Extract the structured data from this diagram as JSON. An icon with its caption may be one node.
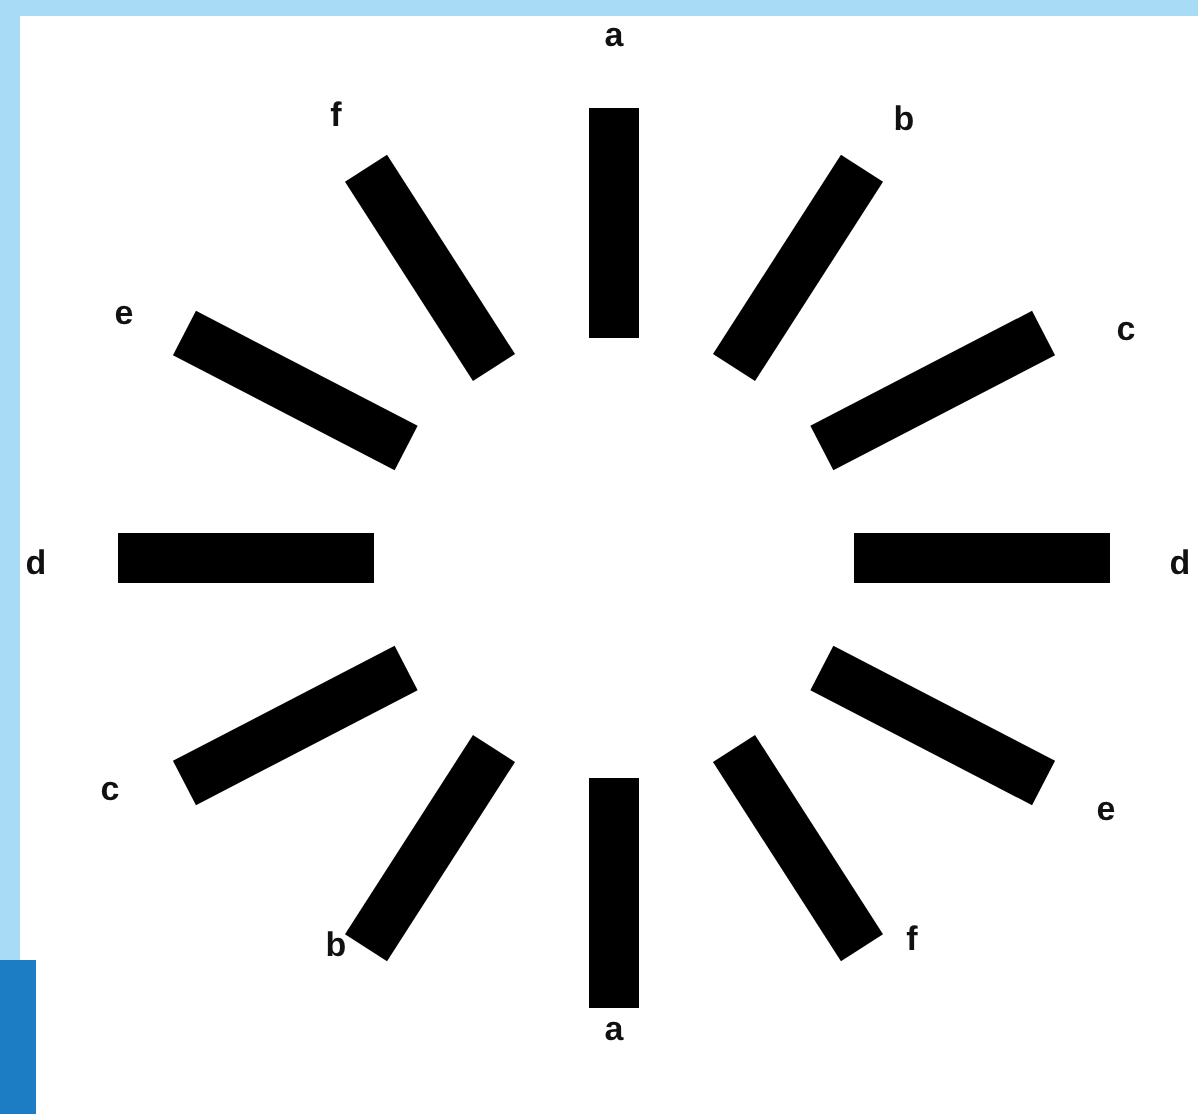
{
  "diagram": {
    "labels": [
      "a",
      "f",
      "b",
      "e",
      "c",
      "d",
      "d",
      "c",
      "e",
      "b",
      "f",
      "a"
    ]
  }
}
